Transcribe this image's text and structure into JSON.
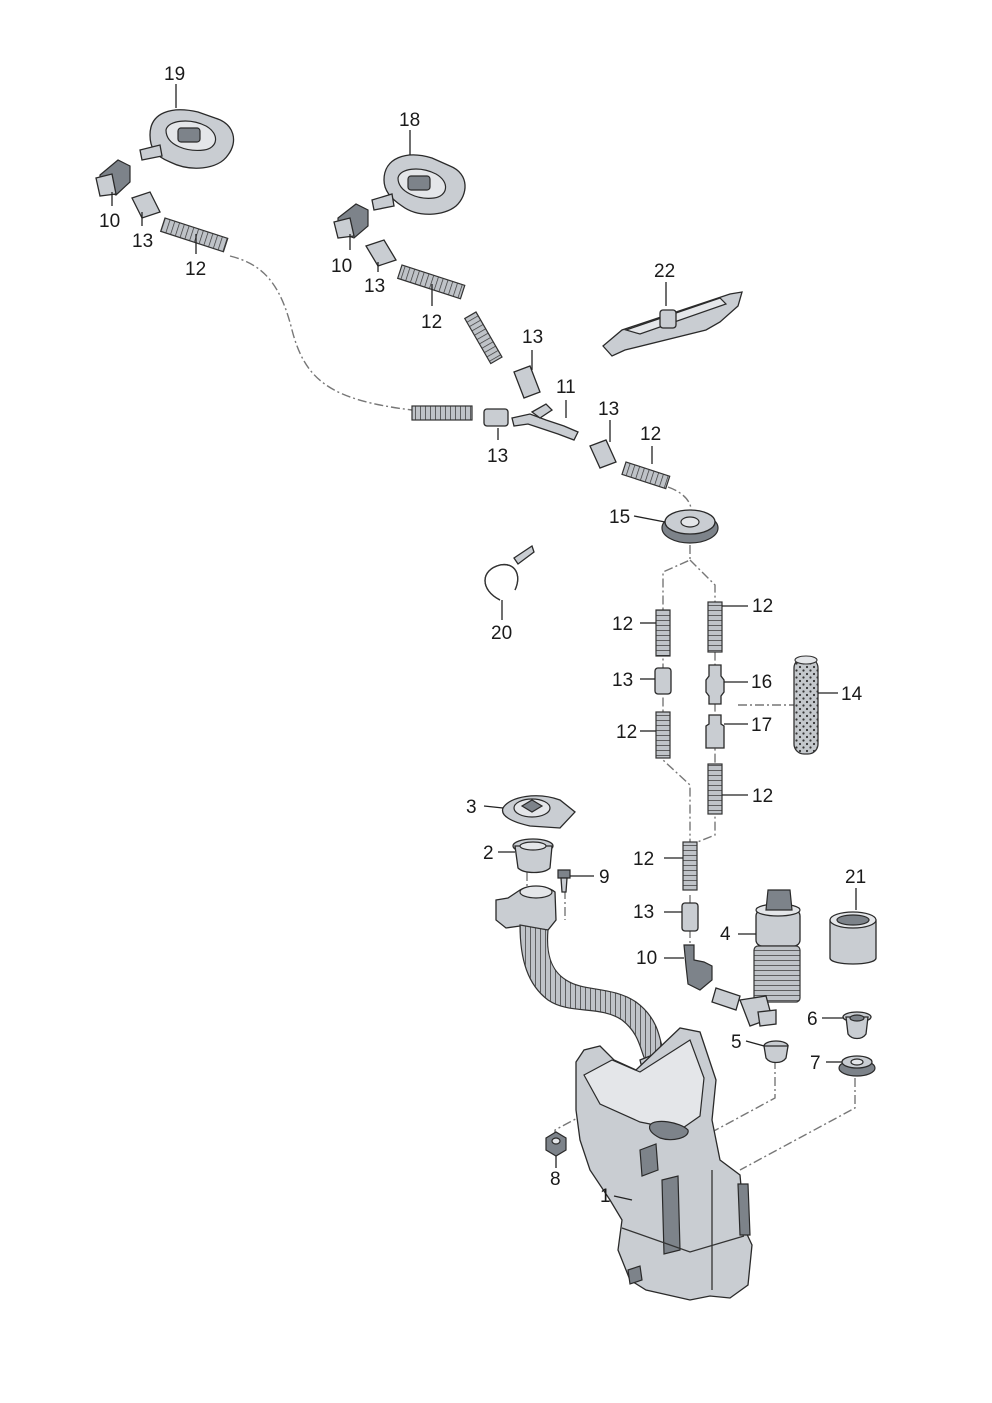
{
  "diagram": {
    "labels": {
      "l1": "1",
      "l2": "2",
      "l3": "3",
      "l4": "4",
      "l5": "5",
      "l6": "6",
      "l7": "7",
      "l8": "8",
      "l9": "9",
      "l10a": "10",
      "l10b": "10",
      "l10c": "10",
      "l11": "11",
      "l12a": "12",
      "l12b": "12",
      "l12c": "12",
      "l12d": "12",
      "l12e": "12",
      "l12f": "12",
      "l12g": "12",
      "l12h": "12",
      "l13a": "13",
      "l13b": "13",
      "l13c": "13",
      "l13d": "13",
      "l13e": "13",
      "l13f": "13",
      "l13g": "13",
      "l14": "14",
      "l15": "15",
      "l16": "16",
      "l17": "17",
      "l18": "18",
      "l19": "19",
      "l20": "20",
      "l21": "21",
      "l22": "22"
    }
  }
}
